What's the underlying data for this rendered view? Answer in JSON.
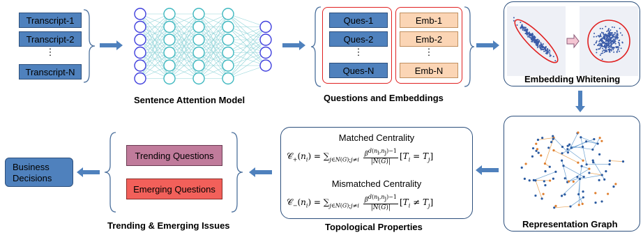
{
  "transcripts": {
    "items": [
      "Transcript-1",
      "Transcript-2",
      "⋮",
      "Transcript-N"
    ]
  },
  "stage_labels": {
    "sentence_attention": "Sentence Attention Model",
    "questions_embeddings": "Questions and Embeddings",
    "embedding_whitening": "Embedding Whitening",
    "representation_graph": "Representation Graph",
    "topological_properties": "Topological Properties",
    "trending_emerging": "Trending & Emerging Issues"
  },
  "questions": {
    "items": [
      "Ques-1",
      "Ques-2",
      "⋮",
      "Ques-N"
    ]
  },
  "embeddings": {
    "items": [
      "Emb-1",
      "Emb-2",
      "⋮",
      "Emb-N"
    ]
  },
  "topology": {
    "matched_title": "Matched Centrality",
    "mismatched_title": "Mismatched Centrality"
  },
  "issues": {
    "trending": "Trending Questions",
    "emerging": "Emerging Questions"
  },
  "output": {
    "business": "Business Decisions"
  },
  "colors": {
    "blue_box": "#4f81bd",
    "orange_box": "#fbd5b5",
    "trending_box": "#c07b9b",
    "emerging_box": "#f2605a",
    "arrow": "#4f81bd",
    "red_outline": "#e02020",
    "nn_blue": "#3f3fdd",
    "nn_teal": "#3fb8c0"
  }
}
